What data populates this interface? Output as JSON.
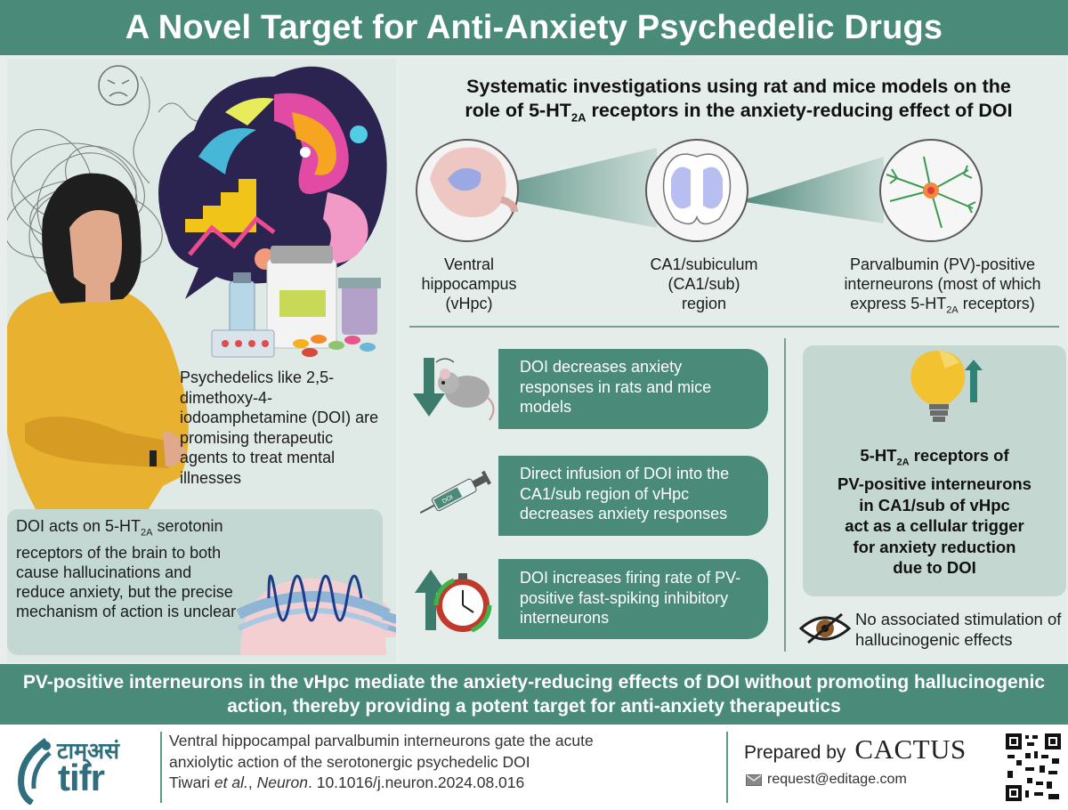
{
  "title": "A Novel Target for Anti-Anxiety Psychedelic Drugs",
  "left": {
    "intro": "Psychedelics like 2,5-dimethoxy-4-iodoamphetamine (DOI) are promising therapeutic agents to treat mental illnesses",
    "doi_box": {
      "line1_pre": "DOI acts on 5-HT",
      "line1_sub": "2A",
      "line1_post": " serotonin",
      "rest": "receptors of the brain to both cause hallucinations and reduce anxiety, but the precise mechanism of action is unclear"
    }
  },
  "systematic": {
    "title_line1": "Systematic investigations using rat and mice models on the",
    "title_pre": "role of 5-HT",
    "title_sub": "2A",
    "title_post": " receptors in the anxiety-reducing effect of DOI",
    "labels": {
      "vhpc": [
        "Ventral",
        "hippocampus",
        "(vHpc)"
      ],
      "ca1": [
        "CA1/subiculum",
        "(CA1/sub)",
        "region"
      ],
      "pv_line1": "Parvalbumin (PV)-positive",
      "pv_line2": "interneurons (most of which",
      "pv_line3_pre": "express 5-HT",
      "pv_line3_sub": "2A",
      "pv_line3_post": " receptors)"
    }
  },
  "findings": [
    "DOI decreases anxiety responses in rats and mice models",
    "Direct infusion of DOI into the CA1/sub region of vHpc decreases anxiety responses",
    "DOI increases firing rate of PV-positive fast-spiking inhibitory interneurons"
  ],
  "syringe_label": "DOI",
  "conclusion": {
    "line1_pre": "5-HT",
    "line1_sub": "2A",
    "line1_post": " receptors of",
    "rest": [
      "PV-positive interneurons",
      "in CA1/sub of vHpc",
      "act as a cellular trigger",
      "for anxiety reduction",
      "due to DOI"
    ]
  },
  "no_stimulation": "No associated stimulation of hallucinogenic effects",
  "summary": "PV-positive interneurons in the vHpc mediate the anxiety-reducing effects of DOI without promoting hallucinogenic action, thereby providing a potent target for anti-anxiety therapeutics",
  "footer": {
    "logo_hindi": "टाम्असं",
    "logo_en": "tifr",
    "citation_line1": "Ventral hippocampal parvalbumin interneurons gate the acute",
    "citation_line2": "anxiolytic action of the serotonergic psychedelic DOI",
    "citation_authors": "Tiwari ",
    "citation_etal": "et al.",
    "citation_journal_sep": ", ",
    "citation_journal": "Neuron",
    "citation_doi": ". 10.1016/j.neuron.2024.08.016",
    "prepared_by": "Prepared by",
    "brand": "CACTUS",
    "email": "request@editage.com"
  },
  "colors": {
    "teal": "#4a8a79",
    "teal_light": "#c4d7d1",
    "background": "#e9eeec"
  }
}
